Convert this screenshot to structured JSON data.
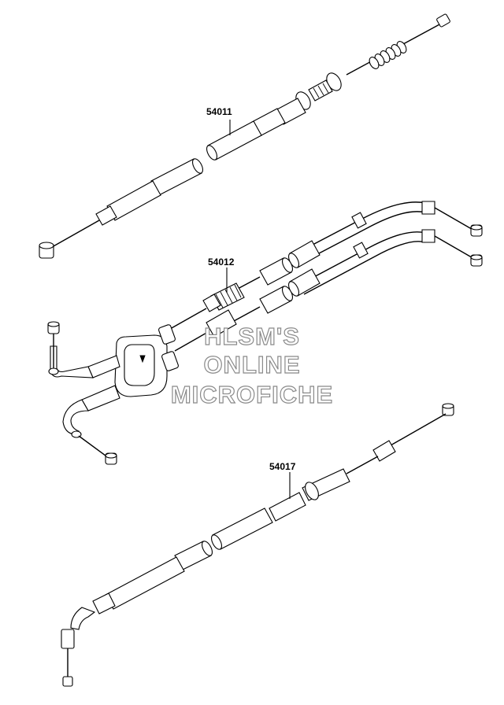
{
  "diagram": {
    "parts": [
      {
        "id": "cable-upper",
        "number": "54011"
      },
      {
        "id": "cable-dual",
        "number": "54012"
      },
      {
        "id": "cable-lower",
        "number": "54017"
      }
    ]
  },
  "watermark": {
    "line1": "HLSM'S",
    "line2": "ONLINE",
    "line3": "MICROFICHE"
  }
}
